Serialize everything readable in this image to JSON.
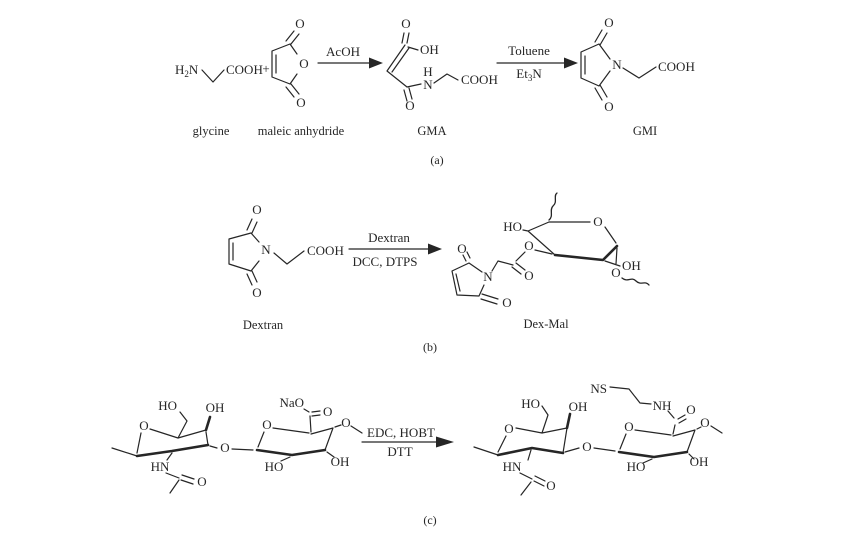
{
  "ink": "#262626",
  "background": "#ffffff",
  "scheme_a": {
    "caption": "(a)",
    "glycine": {
      "h2n_h": "H",
      "h2n_sub": "2",
      "h2n_n": "N",
      "cooh": "COOH",
      "name": "glycine"
    },
    "plus": "+",
    "maleic_anhydride": {
      "o_top": "O",
      "o_ring": "O",
      "o_bottom": "O",
      "name": "maleic anhydride"
    },
    "arrow1": {
      "label": "AcOH"
    },
    "gma": {
      "o_top": "O",
      "oh": "OH",
      "h": "H",
      "n": "N",
      "o_bottom": "O",
      "cooh": "COOH",
      "name": "GMA"
    },
    "arrow2": {
      "label_top": "Toluene",
      "et": "Et",
      "sub": "3",
      "n": "N"
    },
    "gmi": {
      "o_top": "O",
      "n": "N",
      "o_bottom": "O",
      "cooh": "COOH",
      "name": "GMI"
    }
  },
  "scheme_b": {
    "caption": "(b)",
    "reactant": {
      "o_top": "O",
      "n": "N",
      "o_bottom": "O",
      "cooh": "COOH",
      "name": "Dextran"
    },
    "arrow": {
      "label_top": "Dextran",
      "label_bottom": "DCC, DTPS"
    },
    "product": {
      "o_mal_top": "O",
      "n": "N",
      "o_mal_bottom": "O",
      "o_carbonyl": "O",
      "o_ester": "O",
      "ho": "HO",
      "o_ring": "O",
      "oh": "OH",
      "o_anomeric": "O",
      "name": "Dex-Mal"
    }
  },
  "scheme_c": {
    "caption": "(c)",
    "reactant": {
      "ho_ch2": "HO",
      "oh_c4": "OH",
      "o_ring1": "O",
      "hn": "HN",
      "o_acetyl": "O",
      "o_glycosidic": "O",
      "nao": "NaO",
      "o_carboxylate": "O",
      "o_ring2": "O",
      "o_methoxy": "O",
      "ho_c2": "HO",
      "oh_c3": "OH"
    },
    "arrow": {
      "label_top": "EDC, HOBT",
      "label_bottom": "DTT"
    },
    "product": {
      "ns": "NS",
      "nh": "NH",
      "o_amide": "O",
      "ho_ch2": "HO",
      "oh_c4": "OH",
      "o_ring1": "O",
      "hn": "HN",
      "o_acetyl": "O",
      "o_glycosidic": "O",
      "o_ring2": "O",
      "o_methoxy": "O",
      "ho_c2": "HO",
      "oh_c3": "OH"
    }
  }
}
